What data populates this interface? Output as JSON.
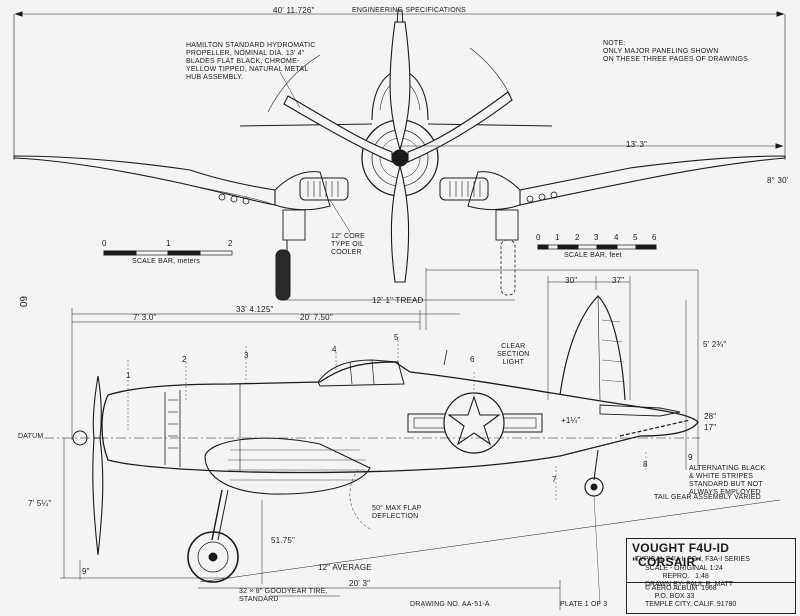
{
  "header": {
    "title": "ENGINEERING SPECIFICATIONS",
    "span": "40' 11.726\""
  },
  "notes": {
    "propeller": "HAMILTON STANDARD HYDROMATIC\nPROPELLER, NOMINAL DIA. 13' 4\"\nBLADES FLAT BLACK, CHROME-\nYELLOW TIPPED, NATURAL METAL\nHUB ASSEMBLY.",
    "paneling": "NOTE:\nONLY MAJOR PANELING SHOWN\nON THESE THREE PAGES OF DRAWINGS",
    "oil_cooler": "12\" CORE\nTYPE OIL\nCOOLER",
    "tread": "12' 1\" TREAD",
    "clear_light": "CLEAR\nSECTION\nLIGHT",
    "stripes": "ALTERNATING BLACK\n& WHITE STRIPES\nSTANDARD BUT NOT\nALWAYS EMPLOYED",
    "tail_gear": "TAIL GEAR ASSEMBLY VARIED",
    "flap": "50° MAX FLAP\nDEFLECTION",
    "tire": "32 × 8\" GOODYEAR TIRE,\nSTANDARD",
    "datum": "DATUM",
    "average": "12\" AVERAGE"
  },
  "scale_meters": {
    "label": "SCALE BAR, meters",
    "ticks": [
      "0",
      "1",
      "2"
    ]
  },
  "scale_feet": {
    "label": "SCALE BAR, feet",
    "ticks": [
      "0",
      "1",
      "2",
      "3",
      "4",
      "5",
      "6"
    ]
  },
  "dimensions": {
    "d_13_3": "13' 3\"",
    "d_8_30": "8° 30'",
    "d_30": "30\"",
    "d_37": "37\"",
    "d_33_4": "33' 4.125\"",
    "d_7_3": "7' 3.0\"",
    "d_20_7": "20' 7.50\"",
    "d_5_2": "5' 2¾\"",
    "d_28": "28\"",
    "d_17": "17\"",
    "d_plus14": "+1¼\"",
    "d_7_5": "7' 5¼\"",
    "d_9": "9\"",
    "d_51": "51.75\"",
    "d_20_3": "20' 3\""
  },
  "stations": [
    "1",
    "2",
    "3",
    "4",
    "5",
    "6",
    "7",
    "8",
    "9"
  ],
  "page_number": "60",
  "footer": {
    "drawing_no": "DRAWING No. AA-51-A",
    "plate": "PLATE 1 of 3"
  },
  "title_block": {
    "title": "VOUGHT F4U-ID \"CORSAIR\"",
    "series": "TYPICAL F4U-I, FG-I, F3A-I SERIES",
    "scale": "SCALE - ORIGINAL 1:24\n         REPRO.   1:48\nDRAWN BY- PAUL R. MATT",
    "publisher": "© AERO ALBUM  1968\n     P.O. BOX 33\nTEMPLE CITY, CALIF. 91780"
  }
}
